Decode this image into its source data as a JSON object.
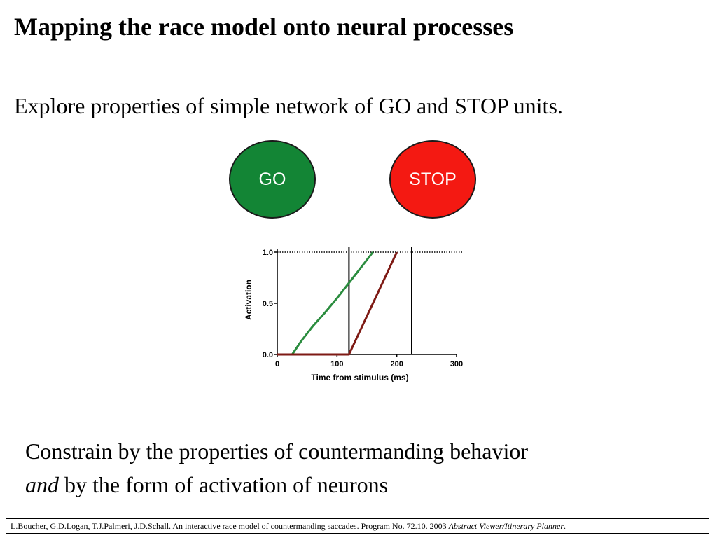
{
  "title": "Mapping the race model onto neural processes",
  "subtitle": "Explore properties of simple network of GO and STOP units.",
  "units": {
    "go": {
      "label": "GO",
      "fill": "#138535"
    },
    "stop": {
      "label": "STOP",
      "fill": "#f41912"
    }
  },
  "chart_data": {
    "type": "line",
    "xlabel": "Time from stimulus (ms)",
    "ylabel": "Activation",
    "xlim": [
      0,
      300
    ],
    "ylim": [
      0,
      1
    ],
    "xticks": [
      "0",
      "100",
      "200",
      "300"
    ],
    "yticks": [
      "0.0",
      "0.5",
      "1.0"
    ],
    "threshold": 1.0,
    "markers_x": [
      120,
      225
    ],
    "series": [
      {
        "color": "#2a8c3e",
        "x": [
          25,
          40,
          60,
          80,
          100,
          120,
          140,
          160
        ],
        "y": [
          0,
          0.13,
          0.28,
          0.41,
          0.55,
          0.7,
          0.85,
          1.0
        ]
      },
      {
        "color": "#7e1a14",
        "x": [
          0,
          120,
          200
        ],
        "y": [
          0,
          0,
          1.0
        ]
      }
    ]
  },
  "conclusion": {
    "line1": "Constrain by the properties of countermanding behavior",
    "line2_emph": "and",
    "line2_rest": " by the form of activation of neurons"
  },
  "citation": {
    "text": "L.Boucher, G.D.Logan, T.J.Palmeri, J.D.Schall. An interactive race model of countermanding saccades. Program No. 72.10. 2003 ",
    "italic": "Abstract Viewer/Itinerary Planner",
    "end": "."
  }
}
